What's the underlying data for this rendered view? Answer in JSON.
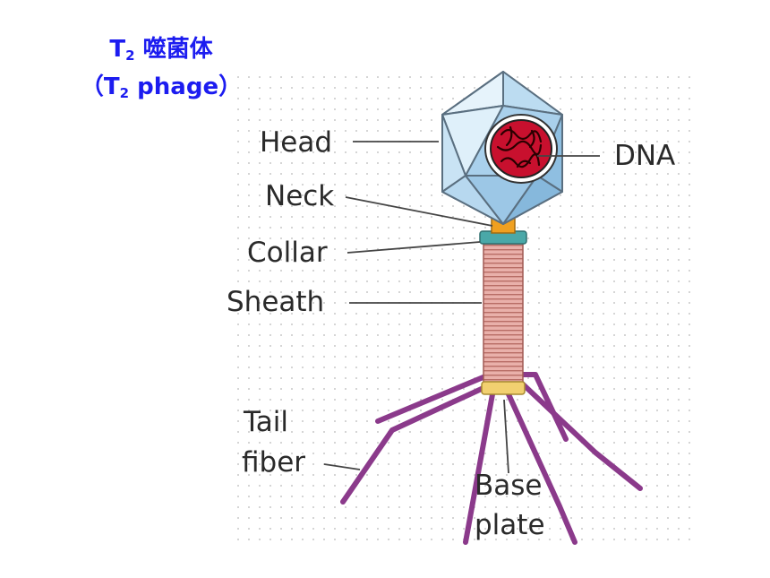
{
  "title": {
    "line1_prefix": "T",
    "line1_sub": "2",
    "line1_rest": " 噬菌体",
    "line2_open": "（T",
    "line2_sub": "2",
    "line2_rest": " phage）"
  },
  "labels": {
    "head": "Head",
    "neck": "Neck",
    "collar": "Collar",
    "sheath": "Sheath",
    "tail_fiber_1": "Tail",
    "tail_fiber_2": "fiber",
    "dna": "DNA",
    "base_plate_1": "Base",
    "base_plate_2": "plate"
  },
  "colors": {
    "title": "#1c1cf0",
    "capsid_light": "#d6ebf7",
    "capsid_mid": "#a9d0ec",
    "capsid_edge": "#5a6f80",
    "dna_core": "#c8102e",
    "neck": "#f0a020",
    "collar": "#4aa8a8",
    "sheath": "#e4a09a",
    "fiber": "#8b3a8b",
    "dots": "#c8c8c8"
  }
}
